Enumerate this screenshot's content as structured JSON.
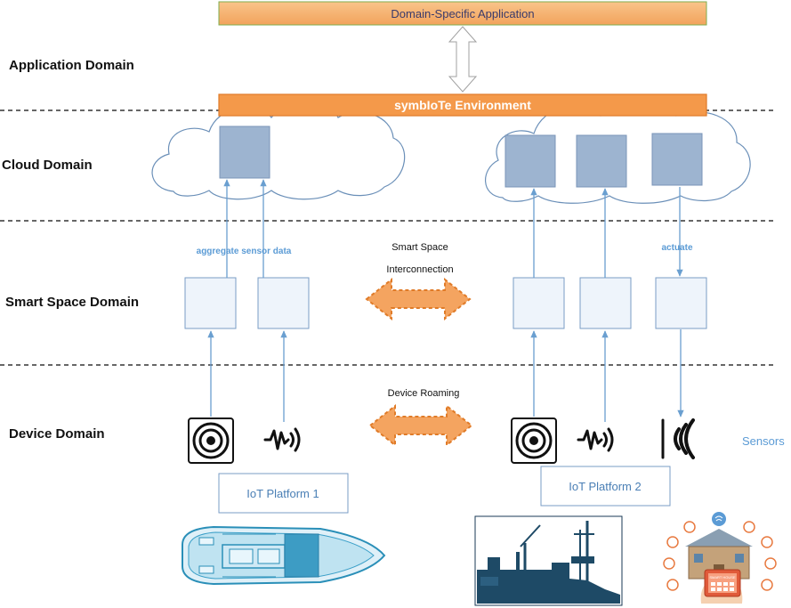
{
  "header": {
    "app_title": "Domain-Specific Application",
    "environment": "symbIoTe Environment"
  },
  "domains": {
    "application": "Application Domain",
    "cloud": "Cloud Domain",
    "smart_space": "Smart Space Domain",
    "device": "Device Domain"
  },
  "annotations": {
    "aggregate": "aggregate sensor data",
    "actuate": "actuate",
    "ssi_line1": "Smart Space",
    "ssi_line2": "Interconnection",
    "roaming": "Device Roaming",
    "sensors": "Sensors",
    "smart_house": "SMART HOUSE"
  },
  "platforms": {
    "p1": "IoT Platform 1",
    "p2": "IoT Platform 2"
  },
  "colors": {
    "orange": "#f4a460",
    "orange_dark": "#e07b28",
    "blue_box": "#9db4d0",
    "line_blue": "#6a9fd0",
    "label_blue": "#5b9bd5"
  }
}
